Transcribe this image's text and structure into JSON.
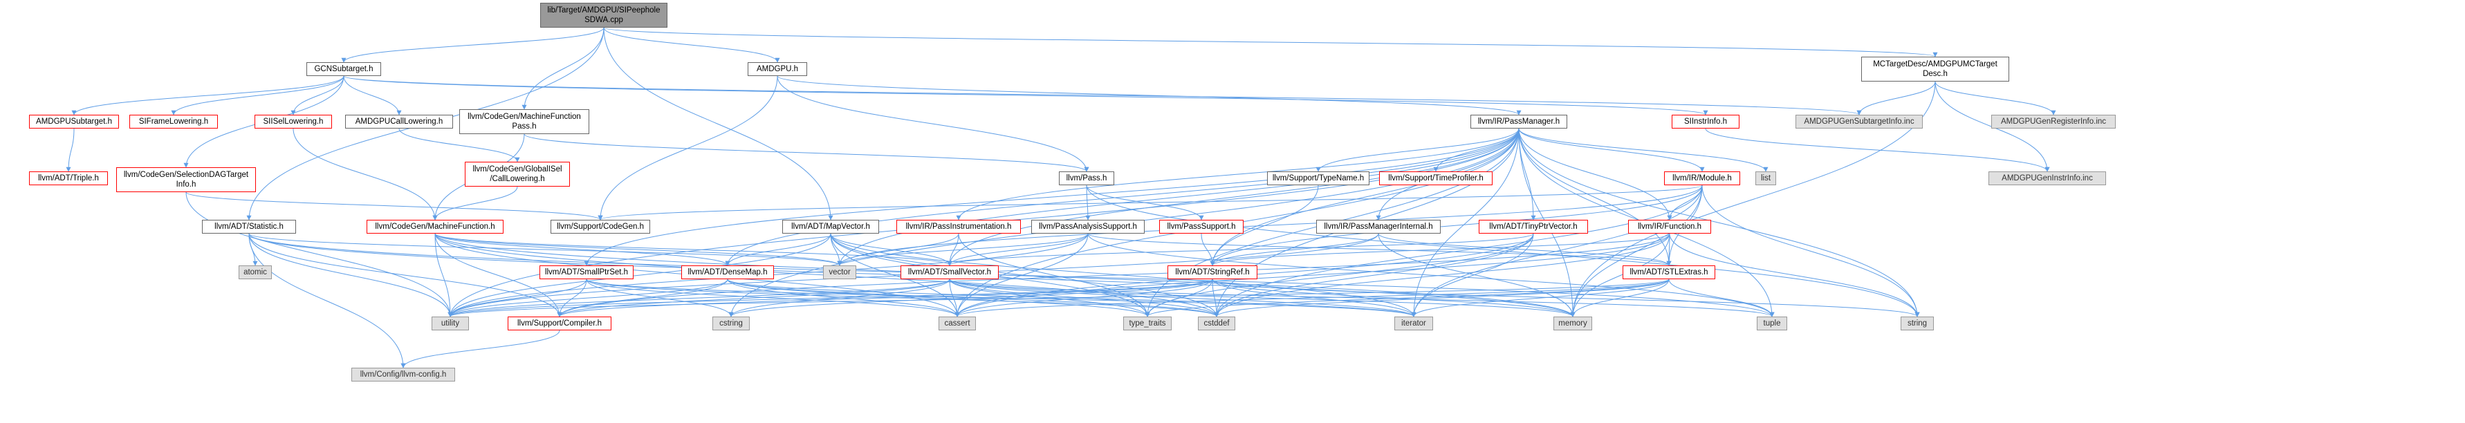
{
  "graph": {
    "edge_color": "#5f9ee6",
    "nodes": [
      {
        "id": "root",
        "label": "lib/Target/AMDGPU/SIPeephole\nSDWA.cpp",
        "kind": "root"
      },
      {
        "id": "gcnsubtarget",
        "label": "GCNSubtarget.h",
        "kind": "normal"
      },
      {
        "id": "amdgpu",
        "label": "AMDGPU.h",
        "kind": "normal"
      },
      {
        "id": "mctargetdesc",
        "label": "MCTargetDesc/AMDGPUMCTarget\nDesc.h",
        "kind": "normal"
      },
      {
        "id": "amdgpusubtarget",
        "label": "AMDGPUSubtarget.h",
        "kind": "truncated"
      },
      {
        "id": "siframelowering",
        "label": "SIFrameLowering.h",
        "kind": "truncated"
      },
      {
        "id": "siisellowering",
        "label": "SIISelLowering.h",
        "kind": "truncated"
      },
      {
        "id": "amdgpucalllowering",
        "label": "AMDGPUCallLowering.h",
        "kind": "normal"
      },
      {
        "id": "selectiondagtargetinfo",
        "label": "llvm/CodeGen/SelectionDAGTarget\nInfo.h",
        "kind": "truncated"
      },
      {
        "id": "machinefunctionpass",
        "label": "llvm/CodeGen/MachineFunction\nPass.h",
        "kind": "normal"
      },
      {
        "id": "passmanager",
        "label": "llvm/IR/PassManager.h",
        "kind": "normal"
      },
      {
        "id": "siinstrinfo",
        "label": "SIInstrInfo.h",
        "kind": "truncated"
      },
      {
        "id": "amdgpugensubtargetinfo",
        "label": "AMDGPUGenSubtargetInfo.inc",
        "kind": "external"
      },
      {
        "id": "amdgpugenregisterinfo",
        "label": "AMDGPUGenRegisterInfo.inc",
        "kind": "external"
      },
      {
        "id": "amdgpugeninstrinfo",
        "label": "AMDGPUGenInstrInfo.inc",
        "kind": "external"
      },
      {
        "id": "triple",
        "label": "llvm/ADT/Triple.h",
        "kind": "truncated"
      },
      {
        "id": "globalisel",
        "label": "llvm/CodeGen/GlobalISel\n/CallLowering.h",
        "kind": "truncated"
      },
      {
        "id": "pass",
        "label": "llvm/Pass.h",
        "kind": "normal"
      },
      {
        "id": "typename",
        "label": "llvm/Support/TypeName.h",
        "kind": "normal"
      },
      {
        "id": "timeprofiler",
        "label": "llvm/Support/TimeProfiler.h",
        "kind": "truncated"
      },
      {
        "id": "irmodule",
        "label": "llvm/IR/Module.h",
        "kind": "truncated"
      },
      {
        "id": "list",
        "label": "list",
        "kind": "external"
      },
      {
        "id": "statistic",
        "label": "llvm/ADT/Statistic.h",
        "kind": "normal"
      },
      {
        "id": "machinefunction",
        "label": "llvm/CodeGen/MachineFunction.h",
        "kind": "truncated"
      },
      {
        "id": "supportcodegen",
        "label": "llvm/Support/CodeGen.h",
        "kind": "normal"
      },
      {
        "id": "mapvector",
        "label": "llvm/ADT/MapVector.h",
        "kind": "normal"
      },
      {
        "id": "passinstrumentation",
        "label": "llvm/IR/PassInstrumentation.h",
        "kind": "truncated"
      },
      {
        "id": "passanalysissupport",
        "label": "llvm/PassAnalysisSupport.h",
        "kind": "normal"
      },
      {
        "id": "passsupport",
        "label": "llvm/PassSupport.h",
        "kind": "truncated"
      },
      {
        "id": "passmanagerinternal",
        "label": "llvm/IR/PassManagerInternal.h",
        "kind": "normal"
      },
      {
        "id": "tinyptrvector",
        "label": "llvm/ADT/TinyPtrVector.h",
        "kind": "truncated"
      },
      {
        "id": "irfunction",
        "label": "llvm/IR/Function.h",
        "kind": "truncated"
      },
      {
        "id": "atomic",
        "label": "atomic",
        "kind": "external"
      },
      {
        "id": "smallptrset",
        "label": "llvm/ADT/SmallPtrSet.h",
        "kind": "truncated"
      },
      {
        "id": "densemap",
        "label": "llvm/ADT/DenseMap.h",
        "kind": "truncated"
      },
      {
        "id": "vector",
        "label": "vector",
        "kind": "external"
      },
      {
        "id": "smallvector",
        "label": "llvm/ADT/SmallVector.h",
        "kind": "truncated"
      },
      {
        "id": "stringref",
        "label": "llvm/ADT/StringRef.h",
        "kind": "truncated"
      },
      {
        "id": "stlextras",
        "label": "llvm/ADT/STLExtras.h",
        "kind": "truncated"
      },
      {
        "id": "utility",
        "label": "utility",
        "kind": "external"
      },
      {
        "id": "compiler",
        "label": "llvm/Support/Compiler.h",
        "kind": "truncated"
      },
      {
        "id": "cstring",
        "label": "cstring",
        "kind": "external"
      },
      {
        "id": "cassert",
        "label": "cassert",
        "kind": "external"
      },
      {
        "id": "typetraits",
        "label": "type_traits",
        "kind": "external"
      },
      {
        "id": "cstddef",
        "label": "cstddef",
        "kind": "external"
      },
      {
        "id": "iterator",
        "label": "iterator",
        "kind": "external"
      },
      {
        "id": "memory",
        "label": "memory",
        "kind": "external"
      },
      {
        "id": "tuple",
        "label": "tuple",
        "kind": "external"
      },
      {
        "id": "string",
        "label": "string",
        "kind": "external"
      },
      {
        "id": "llvmconfig",
        "label": "llvm/Config/llvm-config.h",
        "kind": "external"
      }
    ],
    "edges": [
      [
        "root",
        "gcnsubtarget"
      ],
      [
        "root",
        "amdgpu"
      ],
      [
        "root",
        "mctargetdesc"
      ],
      [
        "root",
        "machinefunctionpass"
      ],
      [
        "root",
        "mapvector"
      ],
      [
        "root",
        "statistic"
      ],
      [
        "gcnsubtarget",
        "amdgpusubtarget"
      ],
      [
        "gcnsubtarget",
        "siframelowering"
      ],
      [
        "gcnsubtarget",
        "siisellowering"
      ],
      [
        "gcnsubtarget",
        "amdgpucalllowering"
      ],
      [
        "gcnsubtarget",
        "selectiondagtargetinfo"
      ],
      [
        "gcnsubtarget",
        "siinstrinfo"
      ],
      [
        "gcnsubtarget",
        "amdgpugensubtargetinfo"
      ],
      [
        "amdgpu",
        "pass"
      ],
      [
        "amdgpu",
        "passmanager"
      ],
      [
        "amdgpu",
        "supportcodegen"
      ],
      [
        "mctargetdesc",
        "amdgpugensubtargetinfo"
      ],
      [
        "mctargetdesc",
        "amdgpugenregisterinfo"
      ],
      [
        "mctargetdesc",
        "amdgpugeninstrinfo"
      ],
      [
        "mctargetdesc",
        "memory"
      ],
      [
        "amdgpusubtarget",
        "triple"
      ],
      [
        "siisellowering",
        "machinefunction"
      ],
      [
        "amdgpucalllowering",
        "globalisel"
      ],
      [
        "selectiondagtargetinfo",
        "supportcodegen"
      ],
      [
        "selectiondagtargetinfo",
        "utility"
      ],
      [
        "machinefunctionpass",
        "machinefunction"
      ],
      [
        "machinefunctionpass",
        "pass"
      ],
      [
        "globalisel",
        "machinefunction"
      ],
      [
        "siinstrinfo",
        "amdgpugeninstrinfo"
      ],
      [
        "passmanager",
        "typename"
      ],
      [
        "passmanager",
        "timeprofiler"
      ],
      [
        "passmanager",
        "irmodule"
      ],
      [
        "passmanager",
        "list"
      ],
      [
        "passmanager",
        "passinstrumentation"
      ],
      [
        "passmanager",
        "passmanagerinternal"
      ],
      [
        "passmanager",
        "tinyptrvector"
      ],
      [
        "passmanager",
        "irfunction"
      ],
      [
        "passmanager",
        "densemap"
      ],
      [
        "passmanager",
        "smallptrset"
      ],
      [
        "passmanager",
        "smallvector"
      ],
      [
        "passmanager",
        "stringref"
      ],
      [
        "passmanager",
        "stlextras"
      ],
      [
        "passmanager",
        "cassert"
      ],
      [
        "passmanager",
        "cstring"
      ],
      [
        "passmanager",
        "iterator"
      ],
      [
        "passmanager",
        "memory"
      ],
      [
        "passmanager",
        "tuple"
      ],
      [
        "passmanager",
        "utility"
      ],
      [
        "passmanager",
        "vector"
      ],
      [
        "passmanager",
        "typetraits"
      ],
      [
        "passmanager",
        "cstddef"
      ],
      [
        "passmanager",
        "string"
      ],
      [
        "pass",
        "passanalysissupport"
      ],
      [
        "pass",
        "passsupport"
      ],
      [
        "pass",
        "string"
      ],
      [
        "typename",
        "stringref"
      ],
      [
        "irmodule",
        "irfunction"
      ],
      [
        "irmodule",
        "supportcodegen"
      ],
      [
        "irmodule",
        "stlextras"
      ],
      [
        "irmodule",
        "stringref"
      ],
      [
        "irmodule",
        "iterator"
      ],
      [
        "irmodule",
        "memory"
      ],
      [
        "irmodule",
        "cstddef"
      ],
      [
        "irmodule",
        "string"
      ],
      [
        "irmodule",
        "vector"
      ],
      [
        "statistic",
        "atomic"
      ],
      [
        "statistic",
        "llvmconfig"
      ],
      [
        "statistic",
        "compiler"
      ],
      [
        "statistic",
        "memory"
      ],
      [
        "statistic",
        "utility"
      ],
      [
        "statistic",
        "vector"
      ],
      [
        "statistic",
        "tuple"
      ],
      [
        "machinefunction",
        "densemap"
      ],
      [
        "machinefunction",
        "smallvector"
      ],
      [
        "machinefunction",
        "compiler"
      ],
      [
        "machinefunction",
        "cassert"
      ],
      [
        "machinefunction",
        "memory"
      ],
      [
        "machinefunction",
        "utility"
      ],
      [
        "machinefunction",
        "vector"
      ],
      [
        "machinefunction",
        "cstddef"
      ],
      [
        "mapvector",
        "densemap"
      ],
      [
        "mapvector",
        "smallvector"
      ],
      [
        "mapvector",
        "cassert"
      ],
      [
        "mapvector",
        "cstddef"
      ],
      [
        "mapvector",
        "iterator"
      ],
      [
        "mapvector",
        "typetraits"
      ],
      [
        "mapvector",
        "utility"
      ],
      [
        "mapvector",
        "vector"
      ],
      [
        "passinstrumentation",
        "smallvector"
      ],
      [
        "passinstrumentation",
        "typetraits"
      ],
      [
        "passinstrumentation",
        "vector"
      ],
      [
        "passanalysissupport",
        "stlextras"
      ],
      [
        "passanalysissupport",
        "smallvector"
      ],
      [
        "passanalysissupport",
        "cassert"
      ],
      [
        "passanalysissupport",
        "tuple"
      ],
      [
        "passanalysissupport",
        "utility"
      ],
      [
        "passanalysissupport",
        "vector"
      ],
      [
        "passsupport",
        "stringref"
      ],
      [
        "passmanagerinternal",
        "stlextras"
      ],
      [
        "passmanagerinternal",
        "stringref"
      ],
      [
        "passmanagerinternal",
        "memory"
      ],
      [
        "passmanagerinternal",
        "utility"
      ],
      [
        "tinyptrvector",
        "smallvector"
      ],
      [
        "tinyptrvector",
        "cassert"
      ],
      [
        "tinyptrvector",
        "cstddef"
      ],
      [
        "tinyptrvector",
        "iterator"
      ],
      [
        "tinyptrvector",
        "typetraits"
      ],
      [
        "irfunction",
        "stlextras"
      ],
      [
        "irfunction",
        "stringref"
      ],
      [
        "irfunction",
        "compiler"
      ],
      [
        "irfunction",
        "cassert"
      ],
      [
        "irfunction",
        "cstddef"
      ],
      [
        "irfunction",
        "memory"
      ],
      [
        "irfunction",
        "string"
      ],
      [
        "smallptrset",
        "compiler"
      ],
      [
        "smallptrset",
        "cassert"
      ],
      [
        "smallptrset",
        "cstddef"
      ],
      [
        "smallptrset",
        "cstring"
      ],
      [
        "smallptrset",
        "iterator"
      ],
      [
        "smallptrset",
        "utility"
      ],
      [
        "densemap",
        "compiler"
      ],
      [
        "densemap",
        "cassert"
      ],
      [
        "densemap",
        "cstddef"
      ],
      [
        "densemap",
        "iterator"
      ],
      [
        "densemap",
        "typetraits"
      ],
      [
        "densemap",
        "utility"
      ],
      [
        "smallvector",
        "compiler"
      ],
      [
        "smallvector",
        "cassert"
      ],
      [
        "smallvector",
        "cstddef"
      ],
      [
        "smallvector",
        "cstring"
      ],
      [
        "smallvector",
        "iterator"
      ],
      [
        "smallvector",
        "memory"
      ],
      [
        "smallvector",
        "typetraits"
      ],
      [
        "smallvector",
        "utility"
      ],
      [
        "smallvector",
        "tuple"
      ],
      [
        "stringref",
        "compiler"
      ],
      [
        "stringref",
        "cassert"
      ],
      [
        "stringref",
        "cstddef"
      ],
      [
        "stringref",
        "cstring"
      ],
      [
        "stringref",
        "iterator"
      ],
      [
        "stringref",
        "memory"
      ],
      [
        "stringref",
        "string"
      ],
      [
        "stringref",
        "typetraits"
      ],
      [
        "stringref",
        "utility"
      ],
      [
        "stlextras",
        "cassert"
      ],
      [
        "stlextras",
        "cstddef"
      ],
      [
        "stlextras",
        "iterator"
      ],
      [
        "stlextras",
        "memory"
      ],
      [
        "stlextras",
        "tuple"
      ],
      [
        "stlextras",
        "typetraits"
      ],
      [
        "stlextras",
        "utility"
      ],
      [
        "compiler",
        "llvmconfig"
      ]
    ]
  }
}
